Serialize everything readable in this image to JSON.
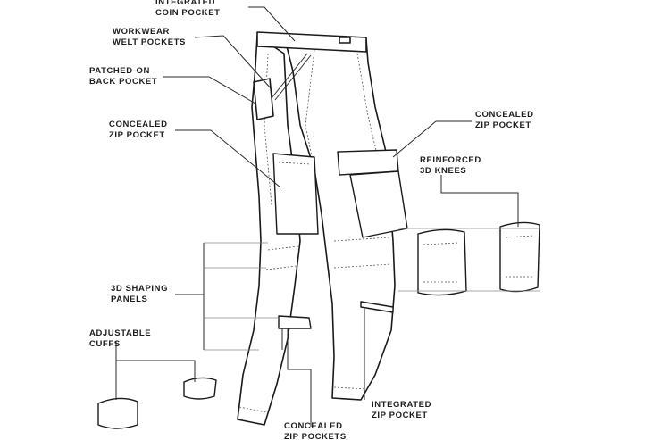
{
  "labels": {
    "coin_1": "INTEGRATED",
    "coin_2": "COIN POCKET",
    "welt_1": "WORKWEAR",
    "welt_2": "WELT POCKETS",
    "back_1": "PATCHED-ON",
    "back_2": "BACK POCKET",
    "czl_1": "CONCEALED",
    "czl_2": "ZIP POCKET",
    "czr_1": "CONCEALED",
    "czr_2": "ZIP POCKET",
    "knee_1": "REINFORCED",
    "knee_2": "3D KNEES",
    "shape_1": "3D SHAPING",
    "shape_2": "PANELS",
    "cuff_1": "ADJUSTABLE",
    "cuff_2": "CUFFS",
    "izp_1": "INTEGRATED",
    "izp_2": "ZIP POCKET",
    "czp_1": "CONCEALED",
    "czp_2": "ZIP POCKETS"
  }
}
